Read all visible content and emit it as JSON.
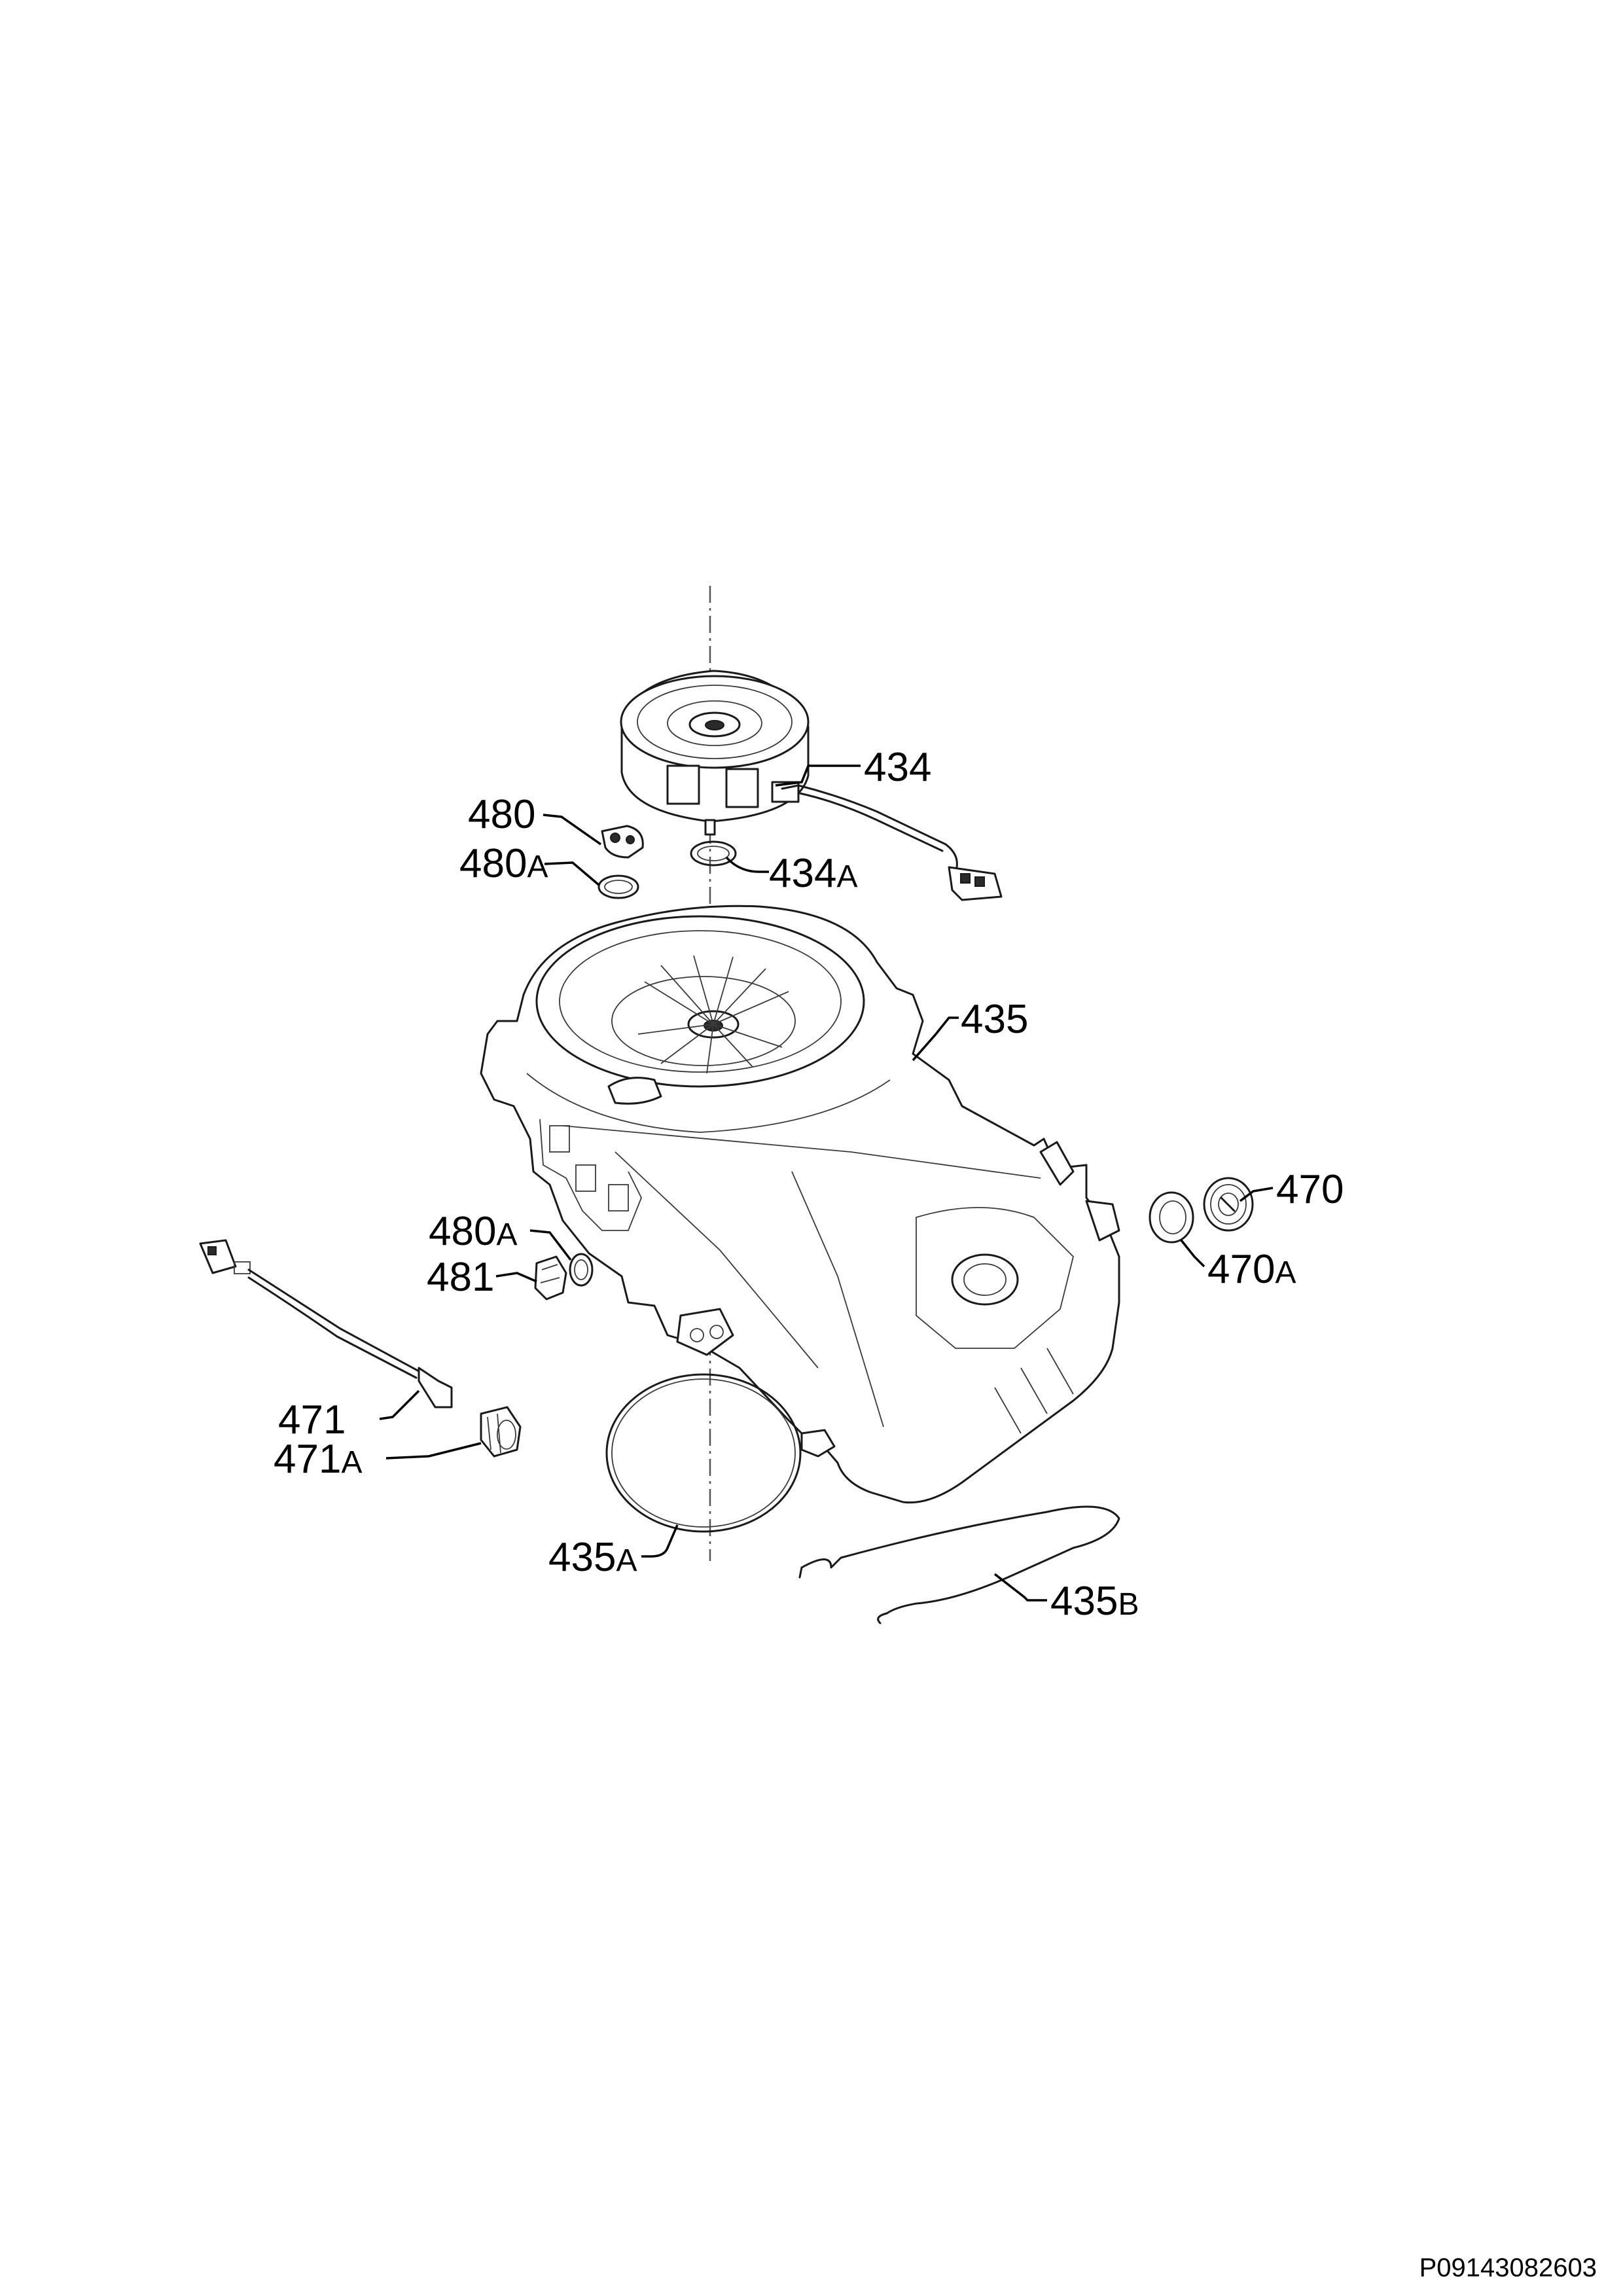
{
  "callouts": [
    {
      "id": "434",
      "num": "434",
      "suffix": ""
    },
    {
      "id": "434A",
      "num": "434",
      "suffix": "A"
    },
    {
      "id": "435",
      "num": "435",
      "suffix": ""
    },
    {
      "id": "435A",
      "num": "435",
      "suffix": "A"
    },
    {
      "id": "435B",
      "num": "435",
      "suffix": "B"
    },
    {
      "id": "470",
      "num": "470",
      "suffix": ""
    },
    {
      "id": "470A",
      "num": "470",
      "suffix": "A"
    },
    {
      "id": "471",
      "num": "471",
      "suffix": ""
    },
    {
      "id": "471A",
      "num": "471",
      "suffix": "A"
    },
    {
      "id": "480",
      "num": "480",
      "suffix": ""
    },
    {
      "id": "480A_top",
      "num": "480",
      "suffix": "A"
    },
    {
      "id": "480A_mid",
      "num": "480",
      "suffix": "A"
    },
    {
      "id": "481",
      "num": "481",
      "suffix": ""
    }
  ],
  "document_id": "P09143082603"
}
